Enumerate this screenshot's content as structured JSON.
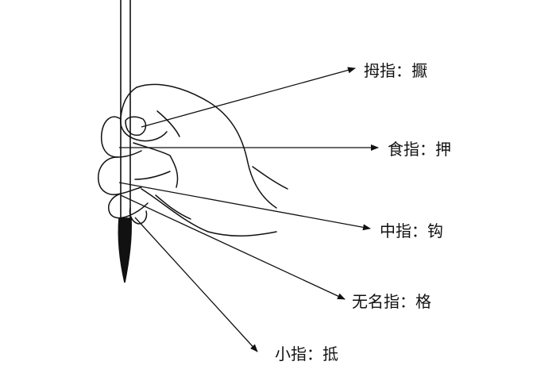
{
  "labels": [
    {
      "finger": "拇指",
      "technique": "擫",
      "text": "拇指：擫"
    },
    {
      "finger": "食指",
      "technique": "押",
      "text": "食指：押"
    },
    {
      "finger": "中指",
      "technique": "钩",
      "text": "中指：钩"
    },
    {
      "finger": "无名指",
      "technique": "格",
      "text": "无名指：格"
    },
    {
      "finger": "小指",
      "technique": "抵",
      "text": "小指：抵"
    }
  ],
  "colors": {
    "line": "#111111",
    "background": "#ffffff"
  }
}
